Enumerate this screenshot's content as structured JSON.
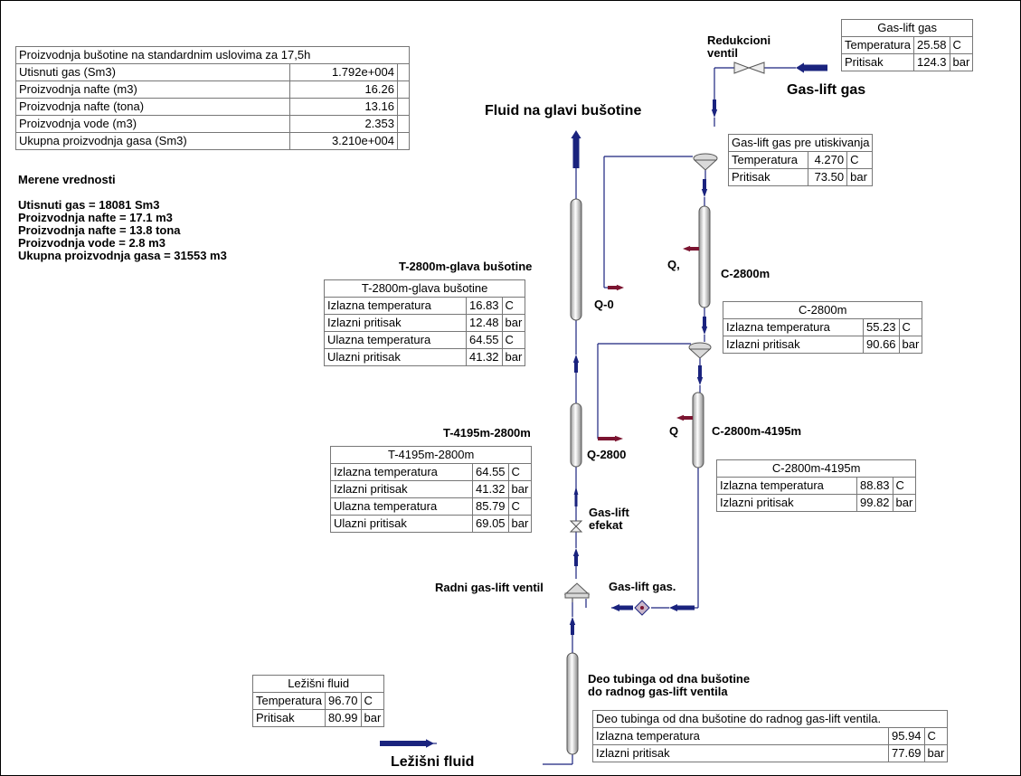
{
  "production_table": {
    "title": "Proizvodnja bušotine na standardnim uslovima za 17,5h",
    "rows": [
      {
        "label": "Utisnuti gas (Sm3)",
        "value": "1.792e+004"
      },
      {
        "label": "Proizvodnja nafte (m3)",
        "value": "16.26"
      },
      {
        "label": "Proizvodnja nafte (tona)",
        "value": "13.16"
      },
      {
        "label": "Proizvodnja vode (m3)",
        "value": "2.353"
      },
      {
        "label": "Ukupna proizvodnja gasa (Sm3)",
        "value": "3.210e+004"
      }
    ]
  },
  "measured": {
    "heading": "Merene vrednosti",
    "lines": [
      "Utisnuti gas = 18081 Sm3",
      "Proizvodnja nafte = 17.1 m3",
      "Proizvodnja nafte = 13.8 tona",
      "Proizvodnja vode = 2.8 m3",
      "Ukupna proizvodnja gasa = 31553 m3"
    ]
  },
  "gaslift_gas_table": {
    "title": "Gas-lift gas",
    "rows": [
      {
        "label": "Temperatura",
        "value": "25.58",
        "unit": "C"
      },
      {
        "label": "Pritisak",
        "value": "124.3",
        "unit": "bar"
      }
    ]
  },
  "pre_injection_table": {
    "title": "Gas-lift gas pre utiskivanja",
    "rows": [
      {
        "label": "Temperatura",
        "value": "4.270",
        "unit": "C"
      },
      {
        "label": "Pritisak",
        "value": "73.50",
        "unit": "bar"
      }
    ]
  },
  "c2800_table": {
    "title": "C-2800m",
    "rows": [
      {
        "label": "Izlazna temperatura",
        "value": "55.23",
        "unit": "C"
      },
      {
        "label": "Izlazni pritisak",
        "value": "90.66",
        "unit": "bar"
      }
    ]
  },
  "t2800_table": {
    "title": "T-2800m-glava bušotine",
    "rows": [
      {
        "label": "Izlazna temperatura",
        "value": "16.83",
        "unit": "C"
      },
      {
        "label": "Izlazni pritisak",
        "value": "12.48",
        "unit": "bar"
      },
      {
        "label": "Ulazna temperatura",
        "value": "64.55",
        "unit": "C"
      },
      {
        "label": "Ulazni pritisak",
        "value": "41.32",
        "unit": "bar"
      }
    ]
  },
  "t4195_table": {
    "title": "T-4195m-2800m",
    "rows": [
      {
        "label": "Izlazna temperatura",
        "value": "64.55",
        "unit": "C"
      },
      {
        "label": "Izlazni pritisak",
        "value": "41.32",
        "unit": "bar"
      },
      {
        "label": "Ulazna temperatura",
        "value": "85.79",
        "unit": "C"
      },
      {
        "label": "Ulazni pritisak",
        "value": "69.05",
        "unit": "bar"
      }
    ]
  },
  "c4195_table": {
    "title": "C-2800m-4195m",
    "rows": [
      {
        "label": "Izlazna temperatura",
        "value": "88.83",
        "unit": "C"
      },
      {
        "label": "Izlazni pritisak",
        "value": "99.82",
        "unit": "bar"
      }
    ]
  },
  "reservoir_table": {
    "title": "Ležišni fluid",
    "rows": [
      {
        "label": "Temperatura",
        "value": "96.70",
        "unit": "C"
      },
      {
        "label": "Pritisak",
        "value": "80.99",
        "unit": "bar"
      }
    ]
  },
  "tubing_table": {
    "title": "Deo tubinga od dna bušotine do radnog gas-lift ventila.",
    "rows": [
      {
        "label": "Izlazna temperatura",
        "value": "95.94",
        "unit": "C"
      },
      {
        "label": "Izlazni pritisak",
        "value": "77.69",
        "unit": "bar"
      }
    ]
  },
  "labels": {
    "fluid_wellhead": "Fluid na glavi bušotine",
    "gaslift_gas_stream": "Gas-lift gas",
    "reduction_valve_line1": "Redukcioni",
    "reduction_valve_line2": "ventil",
    "t2800_block": "T-2800m-glava bušotine",
    "c2800_block": "C-2800m",
    "q_c2800": "Q,",
    "q0": "Q-0",
    "t4195_block": "T-4195m-2800m",
    "q2800": "Q-2800",
    "c4195_block": "C-2800m-4195m",
    "q_c4195": "Q",
    "gaslift_effect_line1": "Gas-lift",
    "gaslift_effect_line2": "efekat",
    "working_valve": "Radni gas-lift ventil",
    "gaslift_gas_dot": "Gas-lift gas.",
    "tubing_block_line1": "Deo tubinga od dna bušotine",
    "tubing_block_line2": "do radnog gas-lift ventila",
    "reservoir_fluid_stream": "Ležišni fluid"
  },
  "colors": {
    "stream_arrow": "#1a237e",
    "heat_arrow": "#7b1430",
    "line": "#1a237e"
  }
}
